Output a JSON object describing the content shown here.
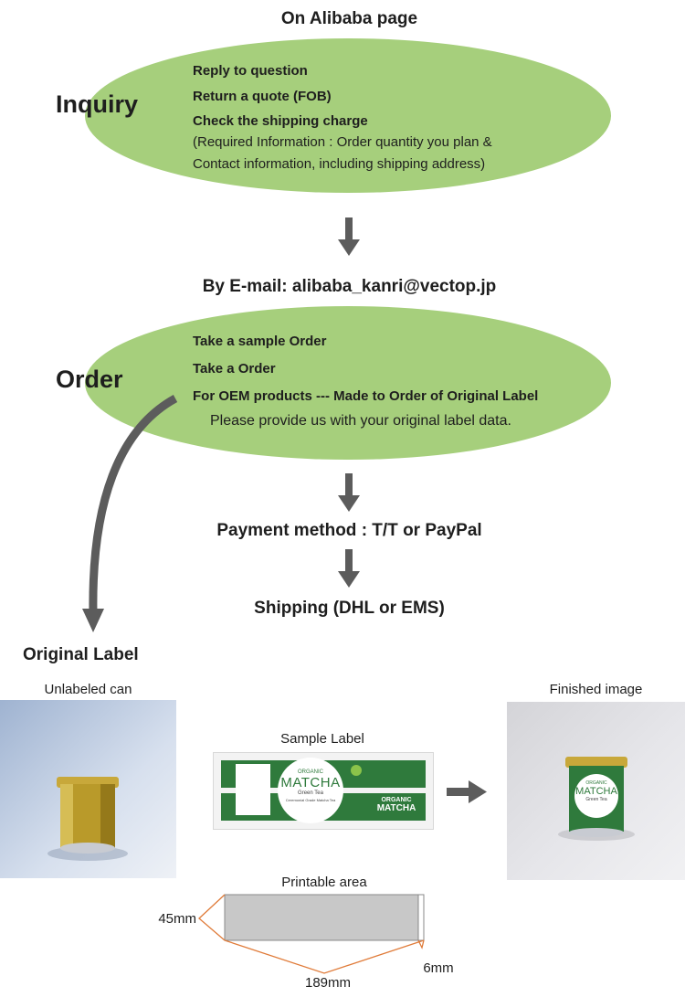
{
  "top_title": "On Alibaba page",
  "inquiry": {
    "label": "Inquiry",
    "lines": [
      "Reply to question",
      "Return a quote (FOB)",
      "Check the shipping charge",
      "(Required Information : Order quantity you plan &",
      "Contact information, including shipping address)"
    ]
  },
  "email_title": "By E-mail: alibaba_kanri@vectop.jp",
  "order": {
    "label": "Order",
    "lines": [
      "Take a sample Order",
      "Take a Order",
      "For OEM products --- Made to Order of Original Label",
      "Please provide us with your original label data."
    ]
  },
  "payment": "Payment method : T/T or PayPal",
  "shipping": "Shipping (DHL or EMS)",
  "original_label": "Original Label",
  "unlabeled_can": "Unlabeled can",
  "sample_label": {
    "caption": "Sample Label",
    "brand_small": "ORGANIC",
    "brand_big": "MATCHA",
    "sub1": "Green Tea",
    "sub2": "Ceremonial Grade Matcha Tea",
    "right_small": "ORGANIC",
    "right_big": "MATCHA"
  },
  "finished_image": "Finished image",
  "finished_label": {
    "small": "ORGANIC",
    "big": "MATCHA",
    "sub": "Green Tea"
  },
  "printable_area": "Printable area",
  "dims": {
    "height": "45mm",
    "width": "189mm",
    "margin": "6mm"
  },
  "colors": {
    "ellipse": "#a6cf7c",
    "arrow": "#5c5c5c",
    "label_green": "#2f7a3c",
    "can_gold": "#b99a2a",
    "dimension_line": "#e07b39",
    "print_area": "#c8c8c8"
  }
}
